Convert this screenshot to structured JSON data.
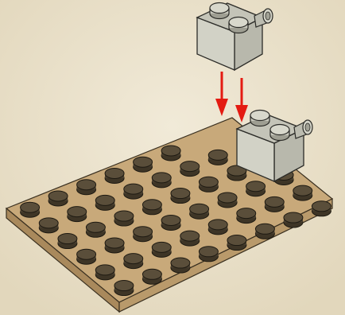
{
  "scene": {
    "description_type": "building-instruction-step",
    "background_color": "#ece4cf",
    "plate": {
      "name": "tan-plate",
      "studs_rows": 6,
      "studs_cols": 8,
      "color": "#c8a97a",
      "edge_color": "#a98a5c",
      "stud_color": "#4a4030"
    },
    "bricks": [
      {
        "name": "gray-brick-floating",
        "studs": 2,
        "color": "#c9c9bd",
        "has_pin": true
      },
      {
        "name": "gray-brick-placed",
        "studs": 2,
        "color": "#c9c9bd",
        "has_pin": true
      }
    ],
    "arrows": {
      "color": "#e41b12",
      "count": 2
    }
  }
}
